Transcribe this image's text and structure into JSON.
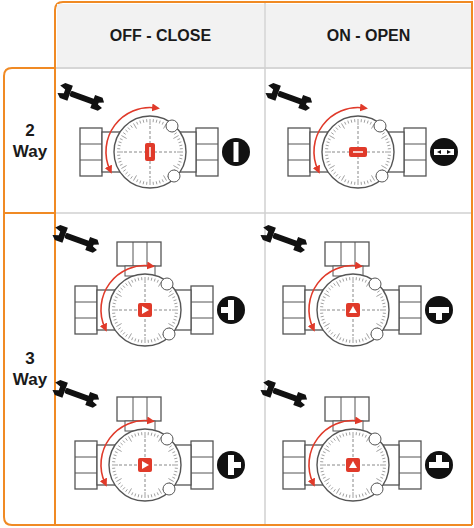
{
  "diagram": {
    "nodes": [
      {
        "text": [
          "OFF - CLOSE"
        ]
      },
      {
        "text": [
          "ON - OPEN"
        ]
      },
      {
        "text": [
          "2 Way"
        ]
      },
      {
        "text": [
          "3 Way"
        ]
      }
    ]
  }
}
